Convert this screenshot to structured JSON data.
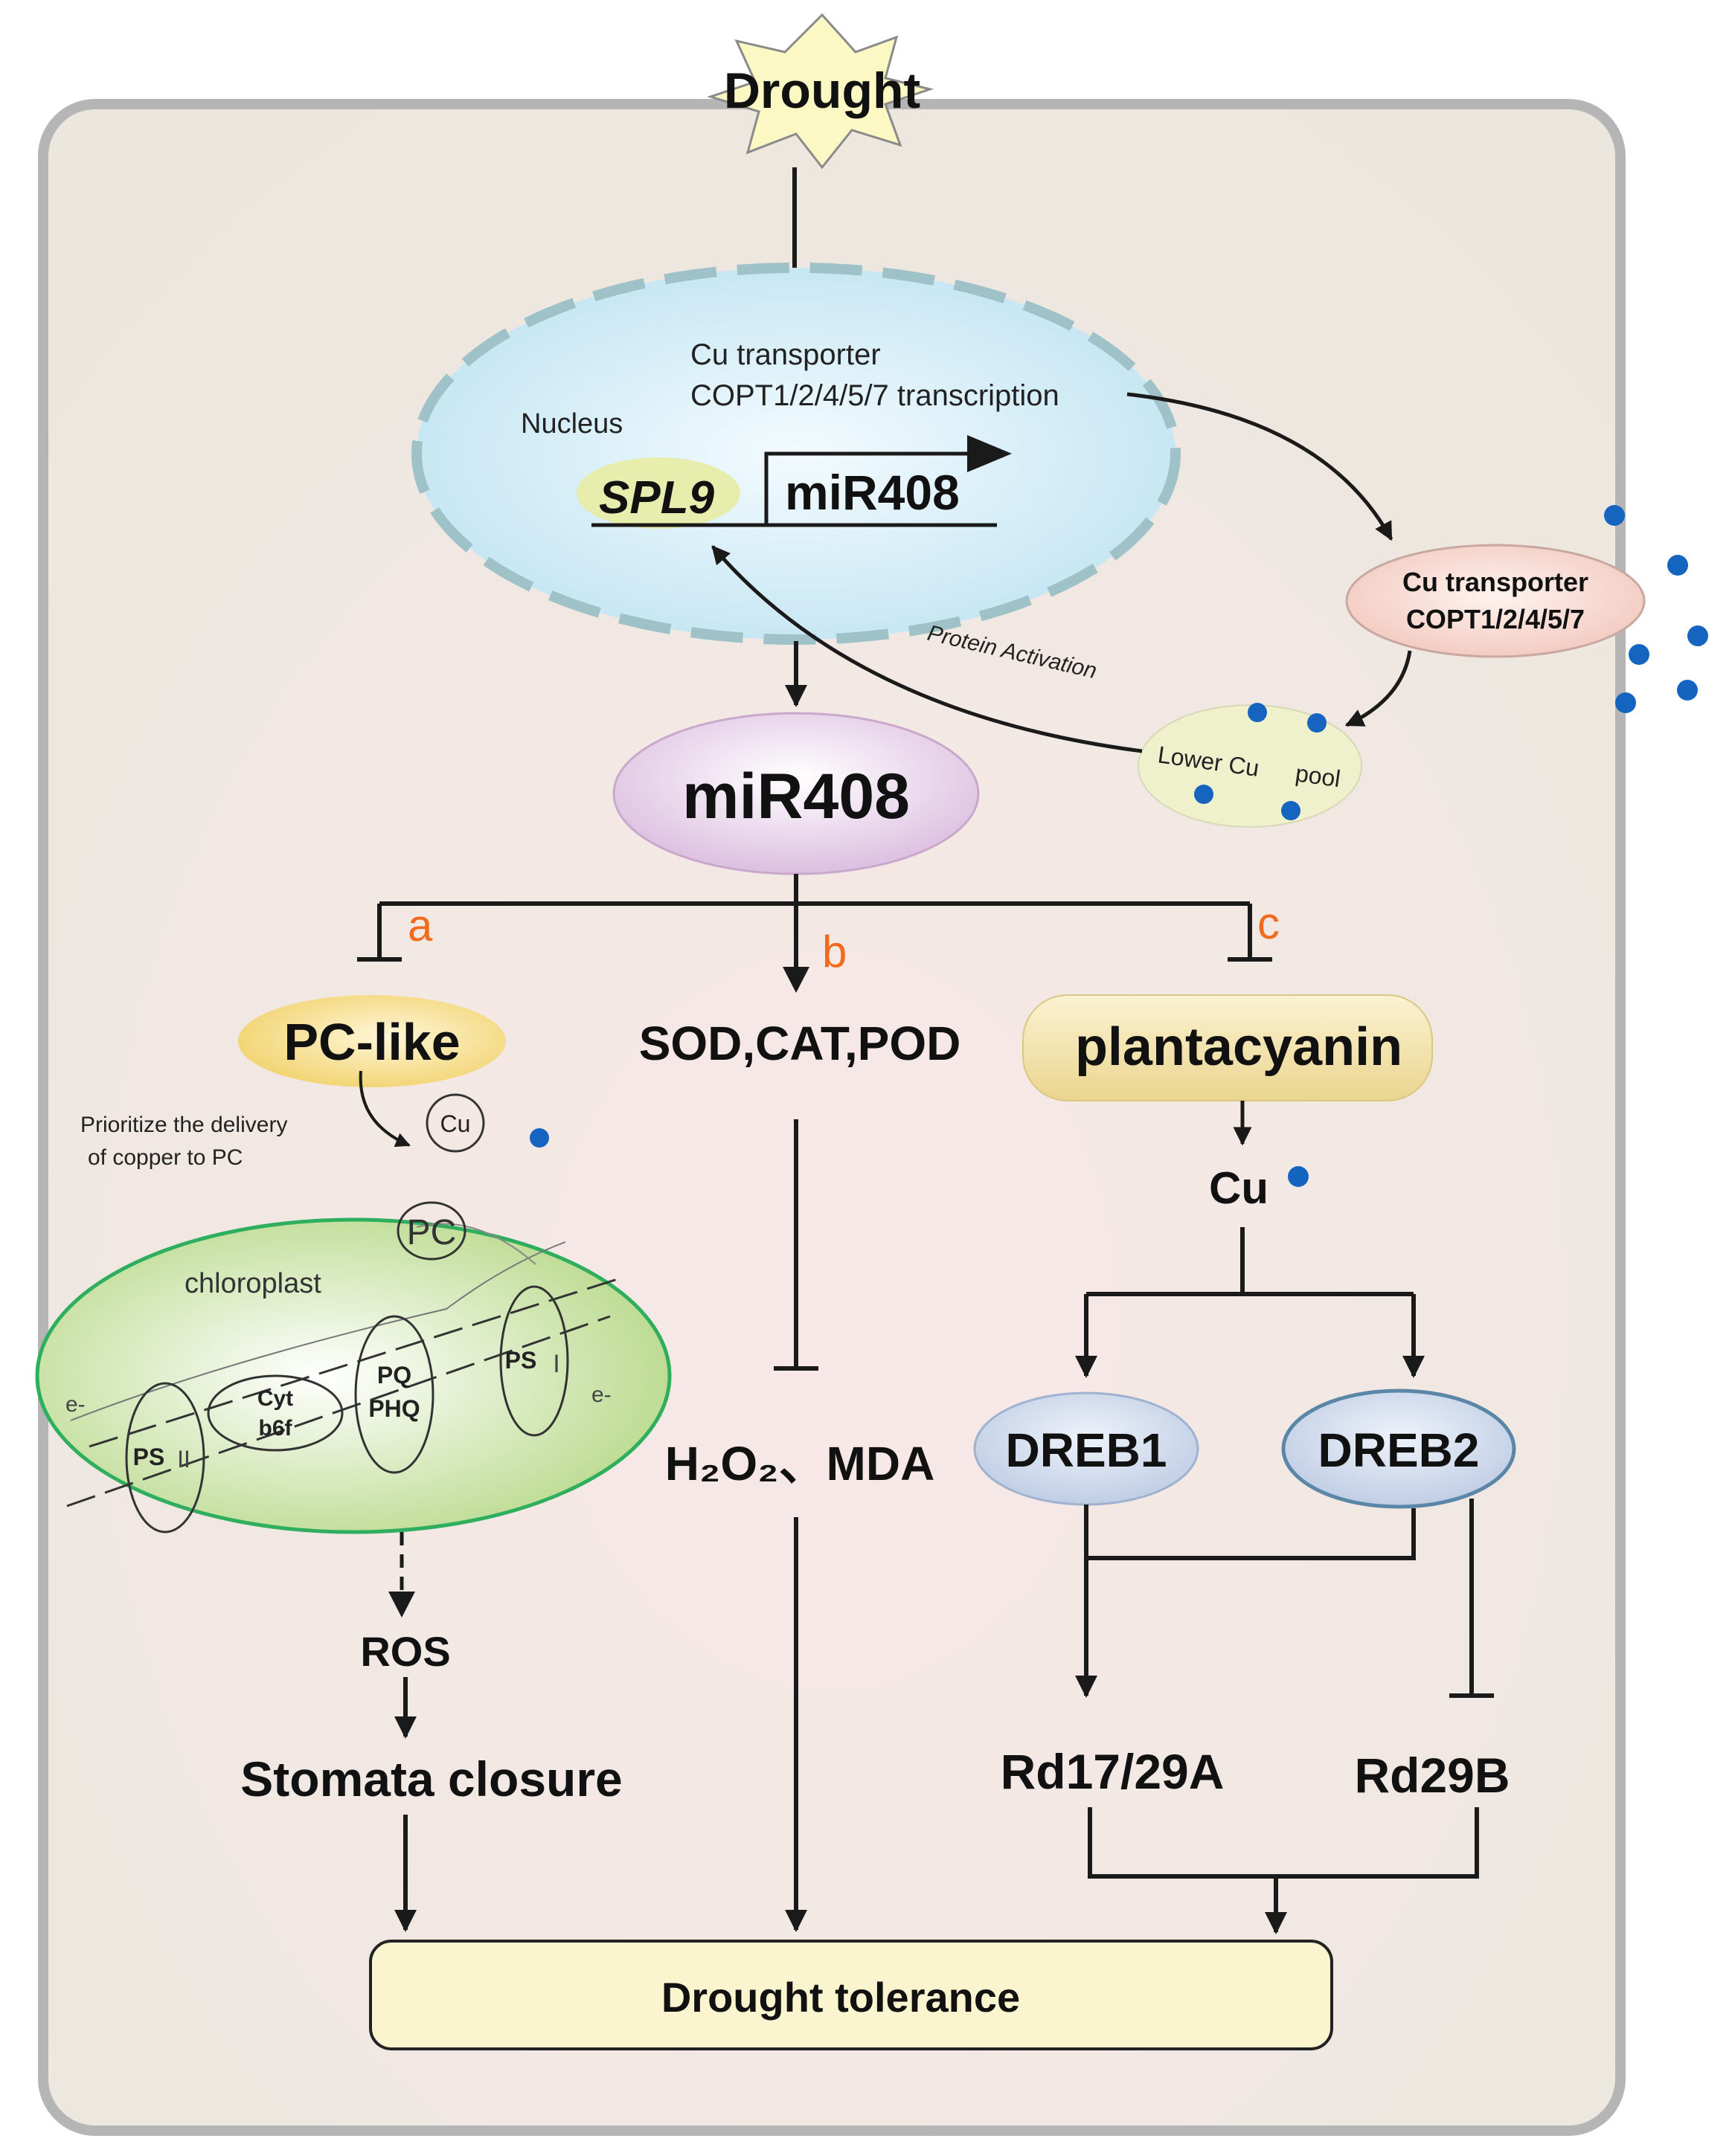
{
  "drought": "Drought",
  "nucleus": {
    "label": "Nucleus",
    "transcription_line1": "Cu transporter",
    "transcription_line2": "COPT1/2/4/5/7 transcription",
    "gene": "SPL9",
    "promoter_target": "miR408"
  },
  "copt_box": {
    "line1": "Cu transporter",
    "line2": "COPT1/2/4/5/7"
  },
  "cu_pool": {
    "label": "Lower Cu",
    "label2": "pool"
  },
  "protein_activation": "Protein Activation",
  "mir408": "miR408",
  "branch_labels": {
    "a": "a",
    "b": "b",
    "c": "c"
  },
  "pc_like": "PC-like",
  "cu_circle": "Cu",
  "prioritize_line1": "Prioritize the delivery",
  "prioritize_line2": "of copper to PC",
  "chloroplast": {
    "label": "chloroplast",
    "pc": "PC",
    "ps1": "PS",
    "ps1_roman": "I",
    "ps2": "PS",
    "ps2_roman": "II",
    "cyt_line1": "Cyt",
    "cyt_line2": "b6f",
    "pq_line1": "PQ",
    "pq_line2": "PHQ",
    "electron": "e-",
    "electron2": "e-"
  },
  "ros": "ROS",
  "stomata": "Stomata closure",
  "antioxidants": "SOD,CAT,POD",
  "h2o2_mda": "H₂O₂、MDA",
  "plantacyanin": "plantacyanin",
  "cu_text": "Cu",
  "dreb1": "DREB1",
  "dreb2": "DREB2",
  "rd17": "Rd17/29A",
  "rd29b": "Rd29B",
  "tolerance": "Drought tolerance",
  "colors": {
    "cell_bg": "#efebe4",
    "cell_border": "#b9b9b9",
    "nucleus_fill": "#cfe9f5",
    "nucleus_border": "#8fb8bf",
    "mir408_fill": "#e9d3ea",
    "label_orange": "#f26a1b",
    "cu_dot": "#1565c0",
    "chloroplast_fill": "#cfe3a6",
    "chloroplast_border": "#2fae5e",
    "tolerance_fill": "#fbf5cf",
    "dreb_fill": "#d2dcec",
    "pc_like_fill": "#f4dc8a",
    "copt_fill": "#f7d9d2",
    "cu_pool_fill": "#eef1cc"
  }
}
